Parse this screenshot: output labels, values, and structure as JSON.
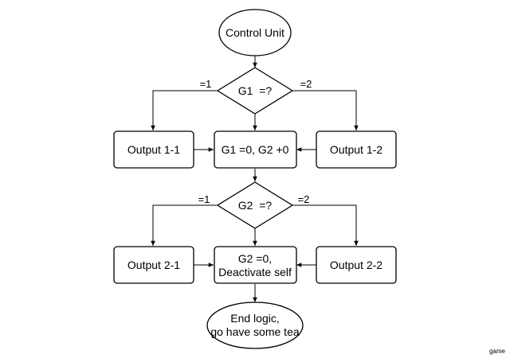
{
  "nodes": {
    "control_unit": {
      "label": "Control Unit"
    },
    "decision_g1": {
      "label": "G1  =?"
    },
    "output_1_1": {
      "label": "Output 1-1"
    },
    "g1_reset": {
      "label": "G1 =0, G2 +0"
    },
    "output_1_2": {
      "label": "Output 1-2"
    },
    "decision_g2": {
      "label": "G2  =?"
    },
    "output_2_1": {
      "label": "Output 2-1"
    },
    "g2_reset": {
      "line1": "G2 =0,",
      "line2": "Deactivate self"
    },
    "output_2_2": {
      "label": "Output 2-2"
    },
    "end": {
      "line1": "End logic,",
      "line2": "go have some tea"
    }
  },
  "edge_labels": {
    "g1_left": "=1",
    "g1_right": "=2",
    "g2_left": "=1",
    "g2_right": "=2"
  },
  "watermark": "game"
}
